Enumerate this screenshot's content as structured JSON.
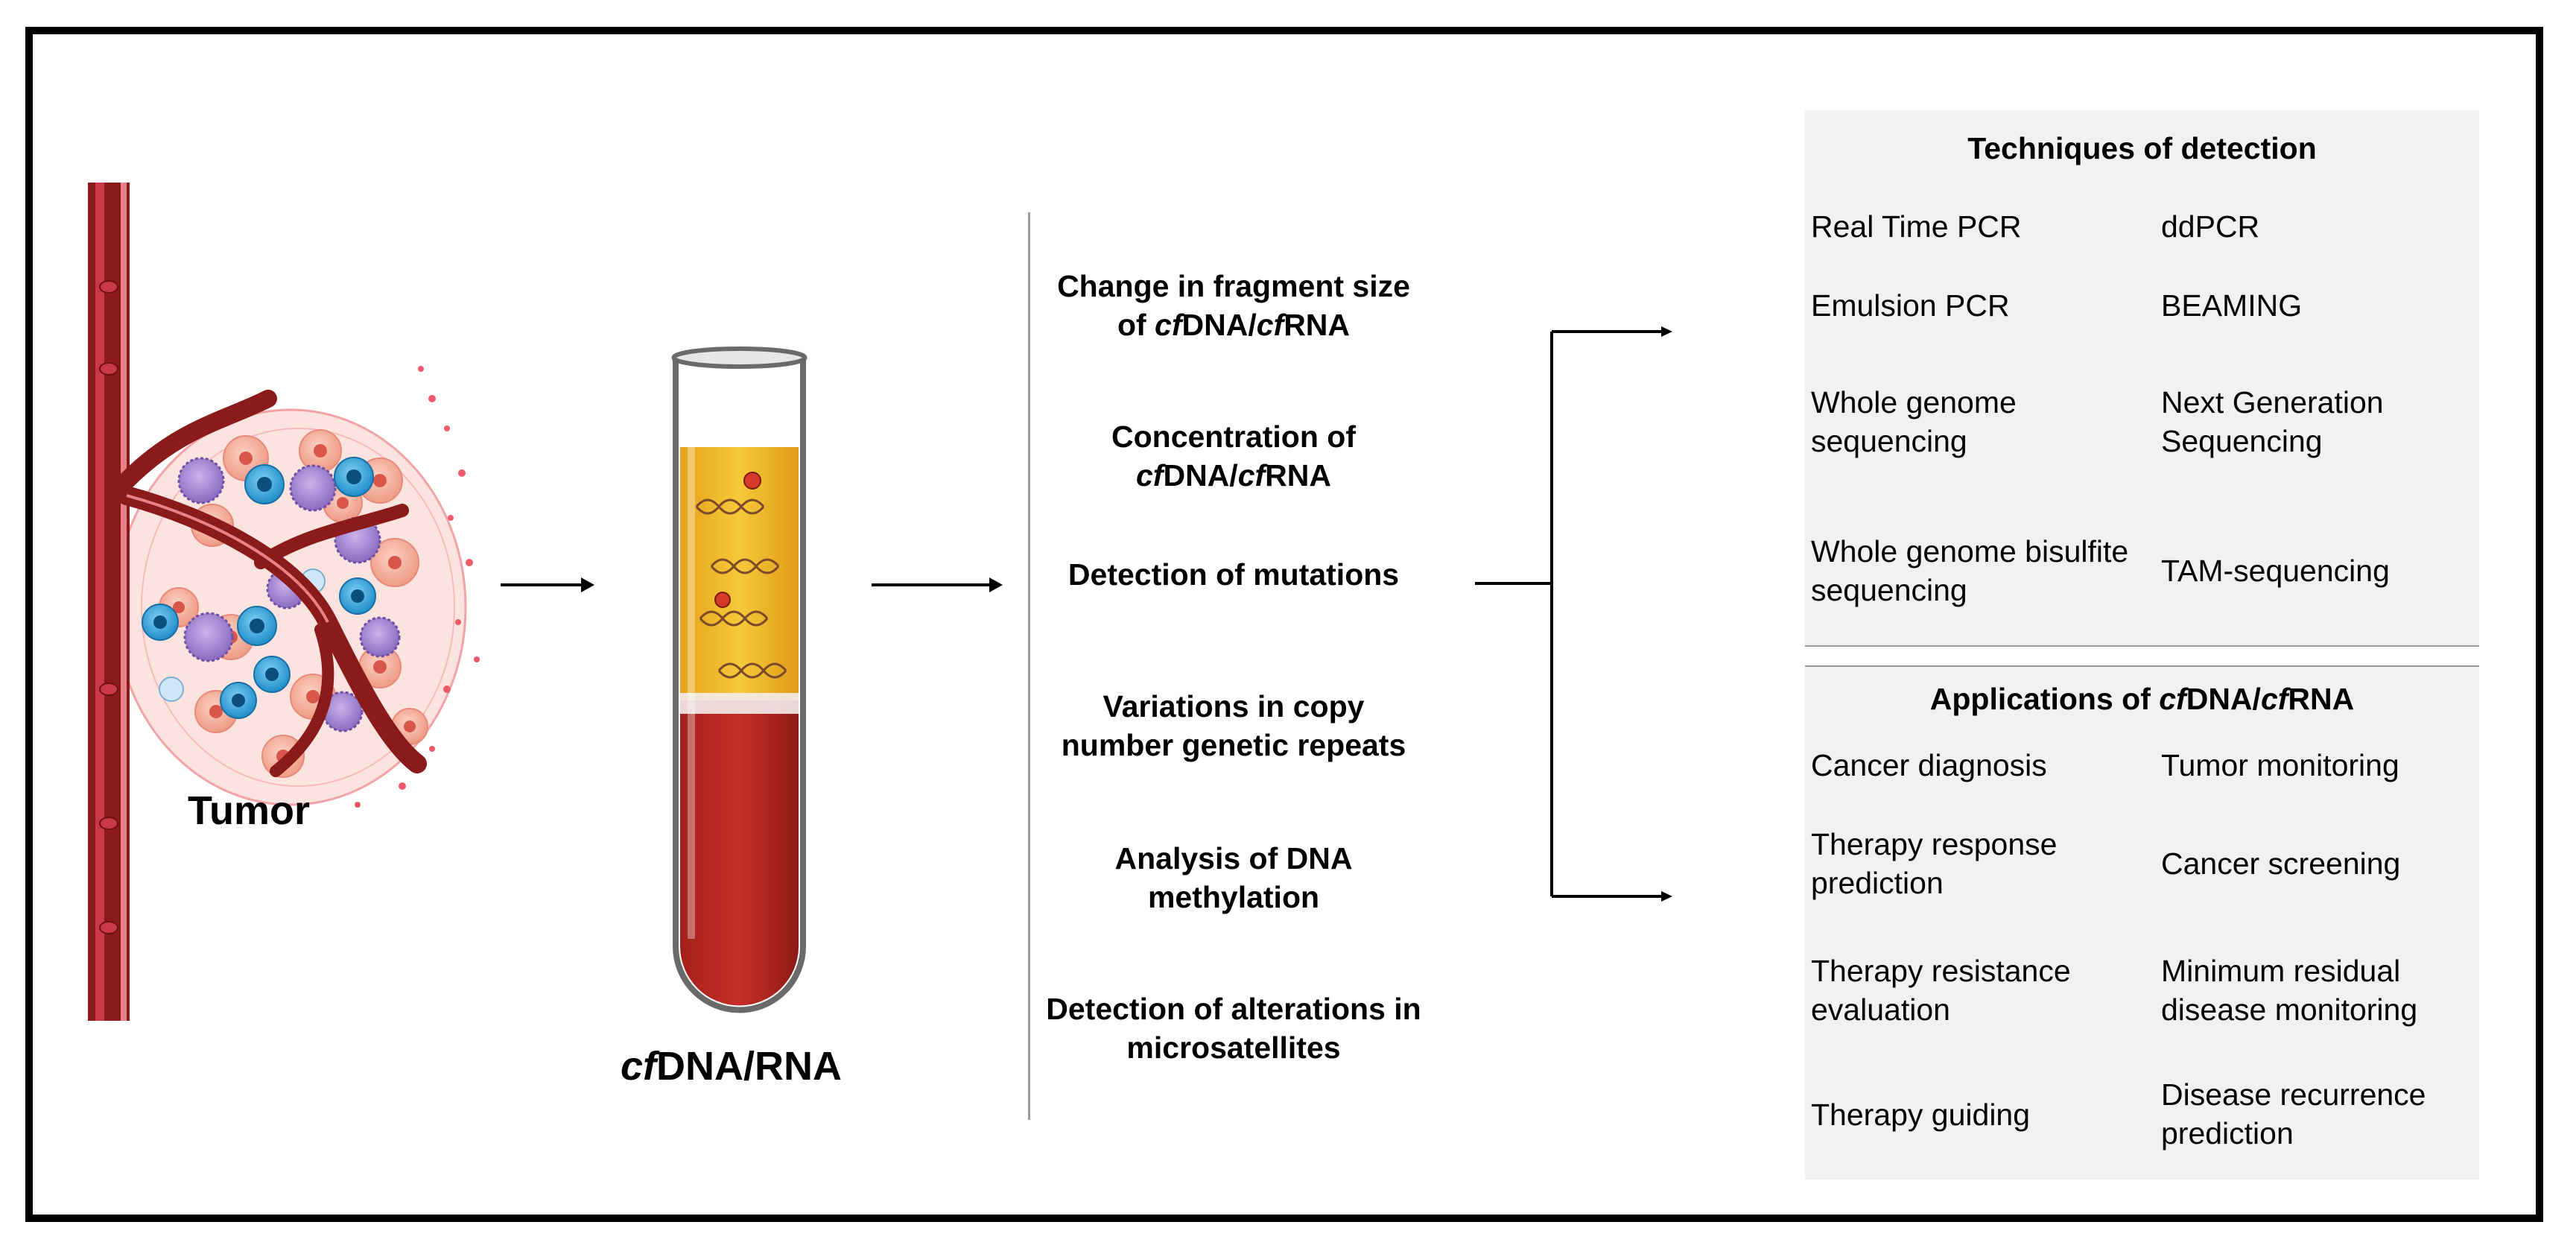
{
  "tumor_label": "Tumor",
  "tube_label": {
    "italic": "cf",
    "rest": "DNA/RNA"
  },
  "measurements": [
    {
      "lines": [
        [
          {
            "t": "Change in fragment size"
          }
        ],
        [
          {
            "t": "of "
          },
          {
            "t": "cf",
            "i": true
          },
          {
            "t": "DNA/"
          },
          {
            "t": "cf",
            "i": true
          },
          {
            "t": "RNA"
          }
        ]
      ]
    },
    {
      "lines": [
        [
          {
            "t": "Concentration of"
          }
        ],
        [
          {
            "t": "cf",
            "i": true
          },
          {
            "t": "DNA/"
          },
          {
            "t": "cf",
            "i": true
          },
          {
            "t": "RNA"
          }
        ]
      ]
    },
    {
      "lines": [
        [
          {
            "t": "Detection of mutations"
          }
        ]
      ]
    },
    {
      "lines": [
        [
          {
            "t": "Variations in copy"
          }
        ],
        [
          {
            "t": "number genetic repeats"
          }
        ]
      ]
    },
    {
      "lines": [
        [
          {
            "t": "Analysis of DNA"
          }
        ],
        [
          {
            "t": "methylation"
          }
        ]
      ]
    },
    {
      "lines": [
        [
          {
            "t": "Detection of alterations in"
          }
        ],
        [
          {
            "t": "microsatellites"
          }
        ]
      ]
    }
  ],
  "techniques": {
    "title": "Techniques of detection",
    "items": [
      "Real Time PCR",
      "ddPCR",
      "Emulsion PCR",
      "BEAMING",
      "Whole genome\nsequencing",
      "Next Generation\nSequencing",
      "Whole genome bisulfite\nsequencing",
      "TAM-sequencing"
    ]
  },
  "applications": {
    "title_parts": [
      {
        "t": "Applications of "
      },
      {
        "t": "cf",
        "i": true
      },
      {
        "t": "DNA/"
      },
      {
        "t": "cf",
        "i": true
      },
      {
        "t": "RNA"
      }
    ],
    "items": [
      "Cancer diagnosis",
      "Tumor monitoring",
      "Therapy response\nprediction",
      "Cancer screening",
      "Therapy resistance\nevaluation",
      "Minimum residual\ndisease monitoring",
      "Therapy guiding",
      "Disease recurrence\nprediction"
    ]
  },
  "colors": {
    "blood": "#8b1a1a",
    "vessel_light": "#e8828a",
    "plasma": "#f2c12e",
    "cell_blue": "#2aa0d8",
    "cell_purple": "#9b7fc7",
    "cell_pink": "#f4a28e",
    "panel": "#f1f1f1"
  }
}
